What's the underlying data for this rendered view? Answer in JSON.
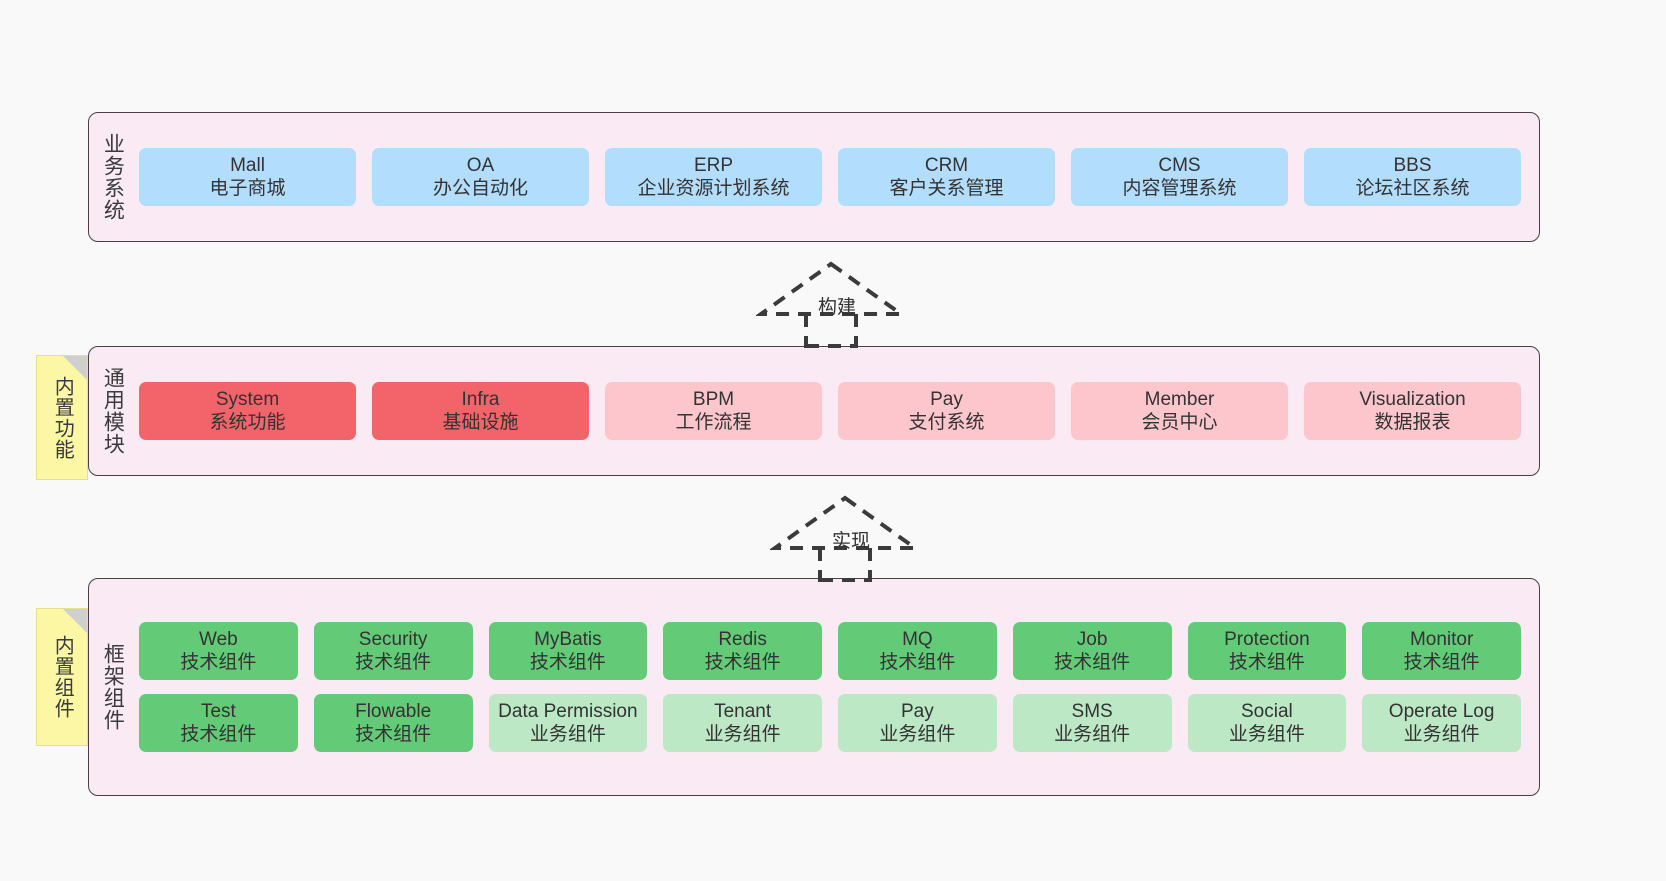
{
  "diagram": {
    "background_color": "#f9f9f9",
    "layer_fill": "#f9eaf4",
    "layer_border": "#4a3f47"
  },
  "colors": {
    "blue": "#b3ddfc",
    "red": "#f2646a",
    "pink": "#fdc6cd",
    "green": "#63ca78",
    "green_light": "#bde8c6",
    "sticky_yellow": "#fbf7a5",
    "sticky_fold": "#cfcfcf"
  },
  "business_layer": {
    "title": "业务系统",
    "cards": [
      {
        "en": "Mall",
        "cn": "电子商城"
      },
      {
        "en": "OA",
        "cn": "办公自动化"
      },
      {
        "en": "ERP",
        "cn": "企业资源计划系统"
      },
      {
        "en": "CRM",
        "cn": "客户关系管理"
      },
      {
        "en": "CMS",
        "cn": "内容管理系统"
      },
      {
        "en": "BBS",
        "cn": "论坛社区系统"
      }
    ]
  },
  "connector_build": {
    "label": "构建",
    "style": "dashed-hollow-triangle-arrow-up"
  },
  "module_layer": {
    "title": "通用模块",
    "sticky": "内置功能",
    "cards": [
      {
        "en": "System",
        "cn": "系统功能",
        "color": "red"
      },
      {
        "en": "Infra",
        "cn": "基础设施",
        "color": "red"
      },
      {
        "en": "BPM",
        "cn": "工作流程",
        "color": "pink"
      },
      {
        "en": "Pay",
        "cn": "支付系统",
        "color": "pink"
      },
      {
        "en": "Member",
        "cn": "会员中心",
        "color": "pink"
      },
      {
        "en": "Visualization",
        "cn": "数据报表",
        "color": "pink"
      }
    ]
  },
  "connector_implement": {
    "label": "实现",
    "style": "dashed-hollow-triangle-arrow-up"
  },
  "framework_layer": {
    "title": "框架组件",
    "sticky": "内置组件",
    "row1": [
      {
        "en": "Web",
        "cn": "技术组件",
        "color": "green"
      },
      {
        "en": "Security",
        "cn": "技术组件",
        "color": "green"
      },
      {
        "en": "MyBatis",
        "cn": "技术组件",
        "color": "green"
      },
      {
        "en": "Redis",
        "cn": "技术组件",
        "color": "green"
      },
      {
        "en": "MQ",
        "cn": "技术组件",
        "color": "green"
      },
      {
        "en": "Job",
        "cn": "技术组件",
        "color": "green"
      },
      {
        "en": "Protection",
        "cn": "技术组件",
        "color": "green"
      },
      {
        "en": "Monitor",
        "cn": "技术组件",
        "color": "green"
      }
    ],
    "row2": [
      {
        "en": "Test",
        "cn": "技术组件",
        "color": "green"
      },
      {
        "en": "Flowable",
        "cn": "技术组件",
        "color": "green"
      },
      {
        "en": "Data Permission",
        "cn": "业务组件",
        "color": "green_light"
      },
      {
        "en": "Tenant",
        "cn": "业务组件",
        "color": "green_light"
      },
      {
        "en": "Pay",
        "cn": "业务组件",
        "color": "green_light"
      },
      {
        "en": "SMS",
        "cn": "业务组件",
        "color": "green_light"
      },
      {
        "en": "Social",
        "cn": "业务组件",
        "color": "green_light"
      },
      {
        "en": "Operate Log",
        "cn": "业务组件",
        "color": "green_light"
      }
    ]
  }
}
